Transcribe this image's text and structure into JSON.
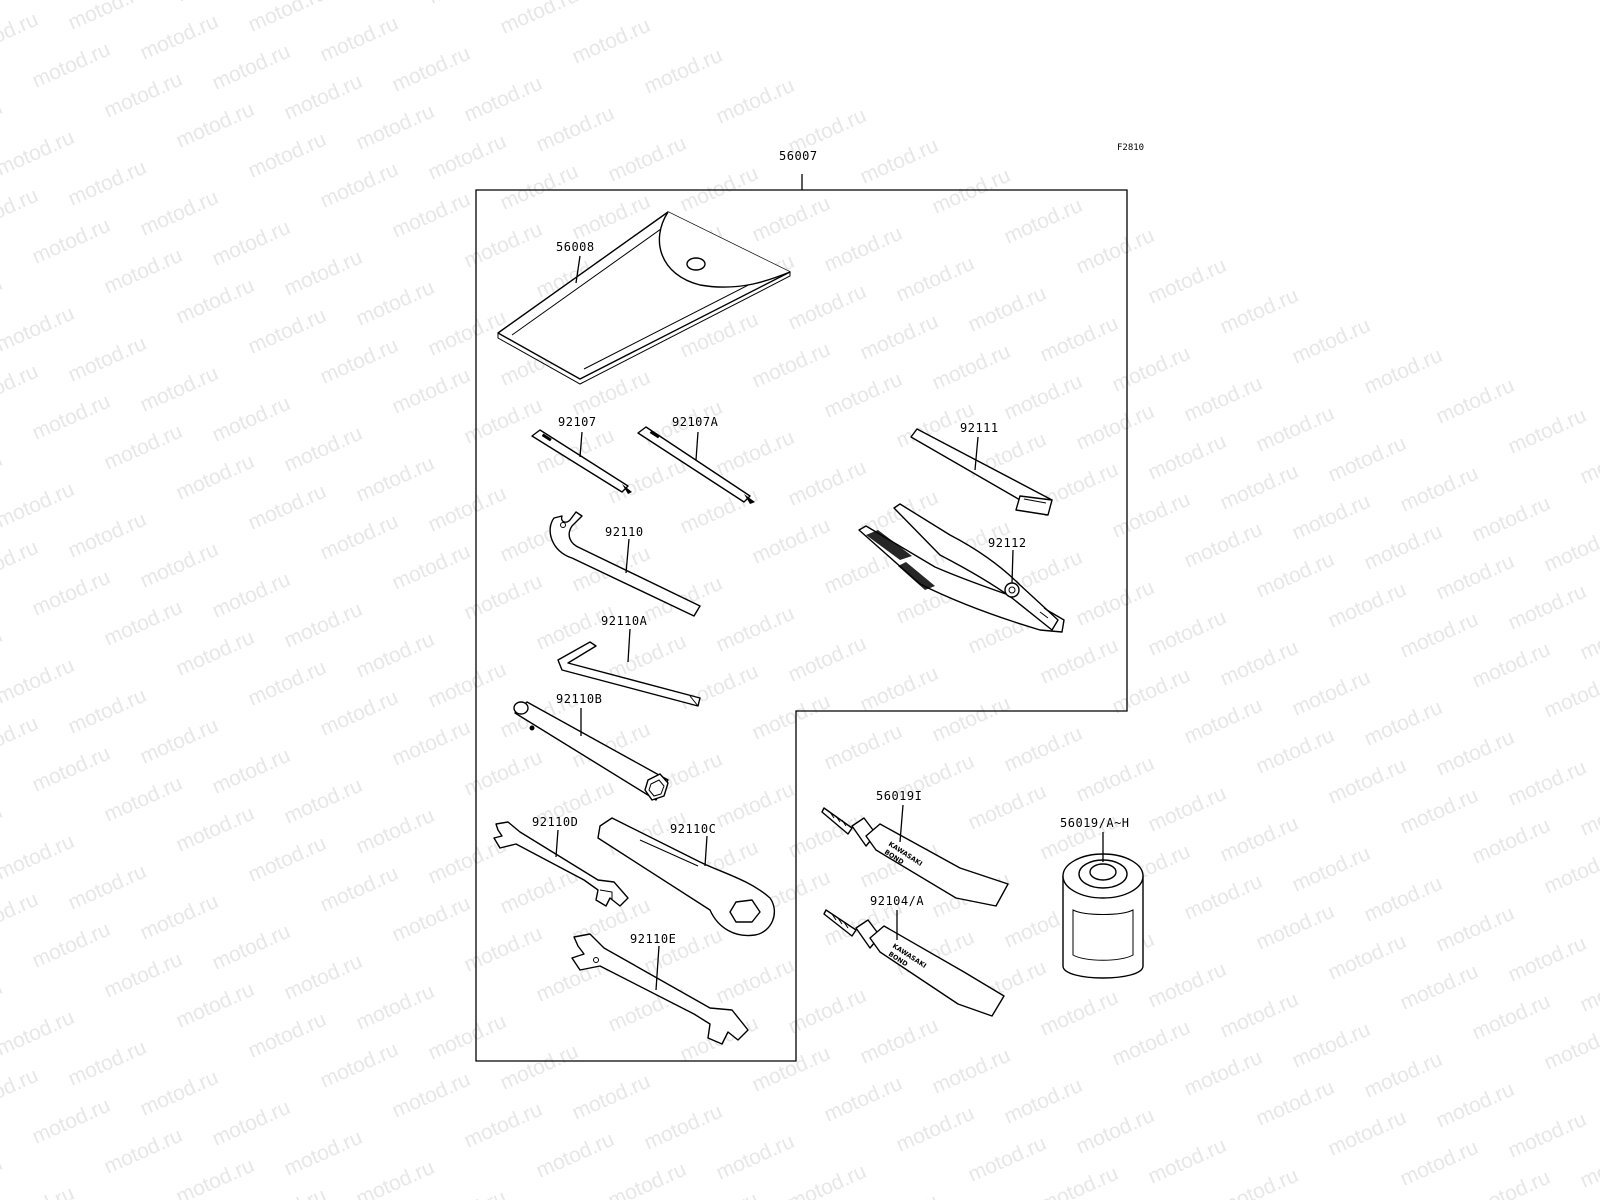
{
  "figure_code": "F2810",
  "watermark": "motod.ru",
  "assembly_label": "56007",
  "parts": [
    {
      "id": "p56008",
      "label": "56008",
      "icon": "tool-pouch-icon"
    },
    {
      "id": "p92107",
      "label": "92107",
      "icon": "screwdriver-bit-icon"
    },
    {
      "id": "p92107A",
      "label": "92107A",
      "icon": "screwdriver-bit-icon"
    },
    {
      "id": "p92111",
      "label": "92111",
      "icon": "screwdriver-handle-icon"
    },
    {
      "id": "p92110",
      "label": "92110",
      "icon": "hook-wrench-icon"
    },
    {
      "id": "p92112",
      "label": "92112",
      "icon": "pliers-icon"
    },
    {
      "id": "p92110A",
      "label": "92110A",
      "icon": "hex-key-icon"
    },
    {
      "id": "p92110B",
      "label": "92110B",
      "icon": "spark-plug-wrench-icon"
    },
    {
      "id": "p92110D",
      "label": "92110D",
      "icon": "open-end-wrench-icon"
    },
    {
      "id": "p92110C",
      "label": "92110C",
      "icon": "box-wrench-icon"
    },
    {
      "id": "p92110E",
      "label": "92110E",
      "icon": "open-end-wrench-icon"
    },
    {
      "id": "p56019I",
      "label": "56019I",
      "icon": "bond-tube-icon"
    },
    {
      "id": "p92104A",
      "label": "92104/A",
      "icon": "bond-tube-icon"
    },
    {
      "id": "p56019AH",
      "label": "56019/A~H",
      "icon": "grease-can-icon"
    }
  ],
  "tube_text": {
    "line1": "KAWASAKI",
    "line2": "BOND"
  }
}
